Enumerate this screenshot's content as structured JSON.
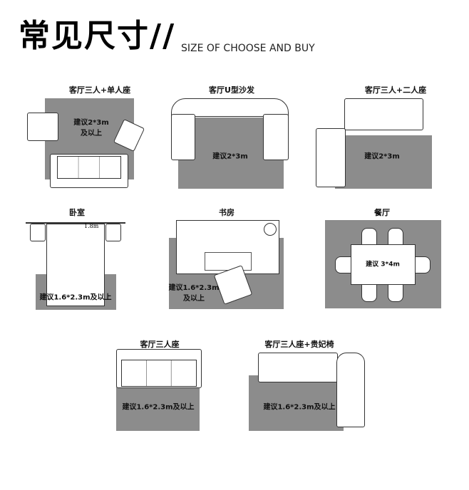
{
  "header": {
    "title": "常见尺寸//",
    "subtitle": "SIZE OF CHOOSE AND BUY"
  },
  "panels": [
    {
      "title": "客厅三人+单人座",
      "suggestion": "建议2*3m",
      "suffix": "及以上"
    },
    {
      "title": "客厅U型沙发",
      "suggestion": "建议2*3m"
    },
    {
      "title": "客厅三人+二人座",
      "suggestion": "建议2*3m"
    },
    {
      "title": "卧室",
      "suggestion": "建议1.6*2.3m及以上",
      "bed_width": "1.8m"
    },
    {
      "title": "书房",
      "suggestion": "建议1.6*2.3m",
      "suffix": "及以上"
    },
    {
      "title": "餐厅",
      "suggestion": "建议 3*4m"
    },
    {
      "title": "客厅三人座",
      "suggestion": "建议1.6*2.3m及以上"
    },
    {
      "title": "客厅三人座+贵妃椅",
      "suggestion": "建议1.6*2.3m及以上"
    }
  ],
  "colors": {
    "rug": "#8c8c8c",
    "outline": "#333333"
  }
}
